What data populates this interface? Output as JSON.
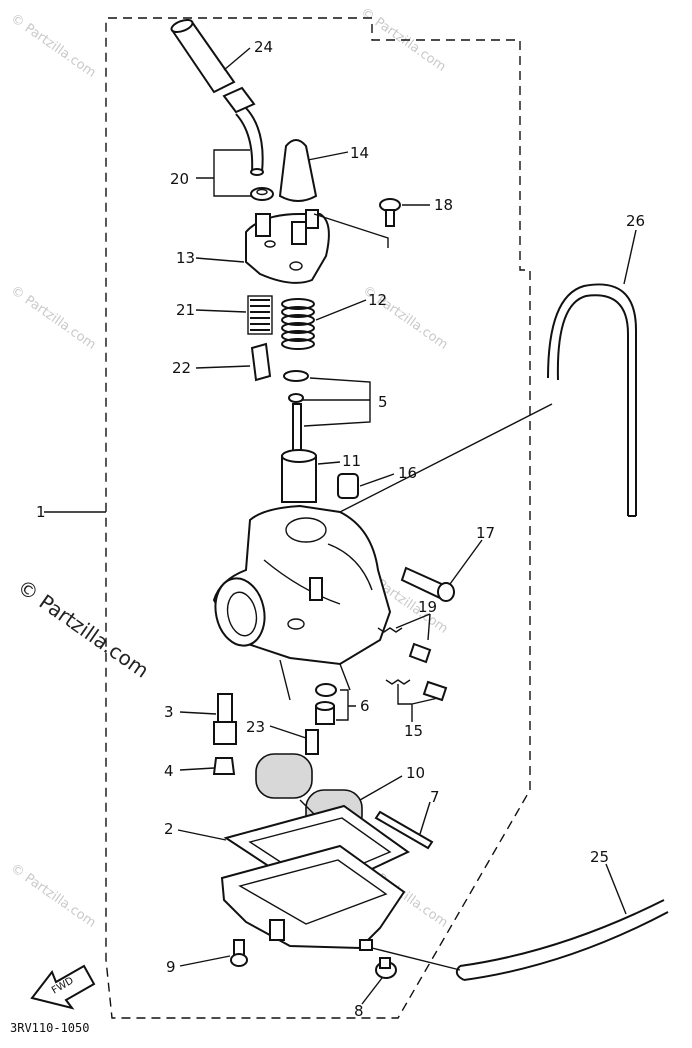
{
  "watermark": {
    "text_small": "© Partzilla.com",
    "text_large": "© Partzilla.com"
  },
  "diagram_code": "3RV110-1050",
  "fwd_label": "FWD",
  "callouts": {
    "c1": "1",
    "c2": "2",
    "c3": "3",
    "c4": "4",
    "c5": "5",
    "c6": "6",
    "c7": "7",
    "c8": "8",
    "c9": "9",
    "c10": "10",
    "c11": "11",
    "c12": "12",
    "c13": "13",
    "c14": "14",
    "c15": "15",
    "c16": "16",
    "c17": "17",
    "c18": "18",
    "c19": "19",
    "c20": "20",
    "c21": "21",
    "c22": "22",
    "c23": "23",
    "c24": "24",
    "c25": "25",
    "c26": "26"
  },
  "colors": {
    "ink": "#111111",
    "watermark": "#c9c9c9",
    "background": "#ffffff"
  }
}
